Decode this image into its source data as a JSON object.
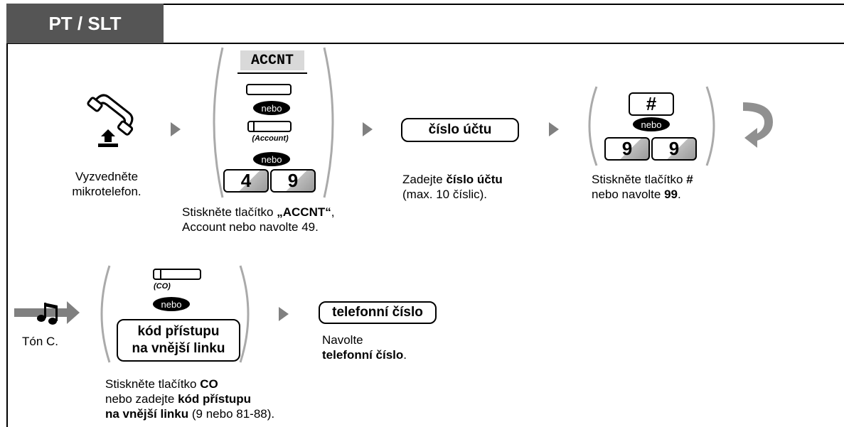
{
  "header": {
    "title": "PT / SLT"
  },
  "row1": {
    "step1": {
      "line1": "Vyzvedněte",
      "line2": "mikrotelefon."
    },
    "step2": {
      "display": "ACCNT",
      "or1": "nebo",
      "account_key_label": "(Account)",
      "or2": "nebo",
      "key_4": "4",
      "key_9": "9",
      "caption_l1_pre": "Stiskněte tlačítko ",
      "caption_l1_bold": "„ACCNT“",
      "caption_l1_post": ",",
      "caption_l2": "Account nebo navolte 49."
    },
    "step3": {
      "box": "číslo účtu",
      "caption_l1_pre": "Zadejte ",
      "caption_l1_bold": "číslo účtu",
      "caption_l2": "(max. 10 číslic)."
    },
    "step4": {
      "key_hash": "#",
      "or": "nebo",
      "key_9a": "9",
      "key_9b": "9",
      "caption_l1_pre": "Stiskněte tlačítko ",
      "caption_l1_bold": "#",
      "caption_l2_pre": "nebo navolte ",
      "caption_l2_bold": "99",
      "caption_l2_post": "."
    }
  },
  "row2": {
    "step1": {
      "caption": "Tón C."
    },
    "step2": {
      "co_label": "(CO)",
      "or": "nebo",
      "box_l1": "kód přístupu",
      "box_l2": "na vnější linku",
      "caption_l1_pre": "Stiskněte tlačítko ",
      "caption_l1_bold": "CO",
      "caption_l2_pre": "nebo zadejte ",
      "caption_l2_bold": "kód přístupu",
      "caption_l3_bold": "na vnější linku",
      "caption_l3_post": " (9 nebo 81-88)."
    },
    "step3": {
      "box": "telefonní číslo",
      "caption_l1": "Navolte",
      "caption_l2_bold": "telefonní číslo",
      "caption_l2_post": "."
    }
  },
  "colors": {
    "header_bg": "#555555",
    "arrow": "#808080",
    "key_shade": "#9a9a9a"
  },
  "icons": [
    "handset-offhook-icon",
    "next-step-arrow-icon",
    "repeat-arrow-icon",
    "confirmation-tone-icon"
  ]
}
